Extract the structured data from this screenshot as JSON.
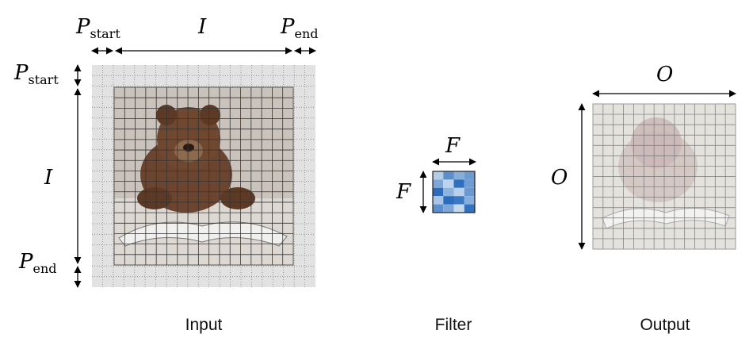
{
  "labels": {
    "input_size": "I",
    "output_size": "O",
    "filter_size": "F",
    "padding_symbol": "P",
    "padding_start_sub": "start",
    "padding_end_sub": "end"
  },
  "captions": {
    "input": "Input",
    "filter": "Filter",
    "output": "Output"
  },
  "filter_colors": [
    "#b3cde8",
    "#5b8fcc",
    "#86aedb",
    "#6d9bd1",
    "#7ea7d8",
    "#bcd3ec",
    "#2f6fbf",
    "#6f9cd2",
    "#2d6bbd",
    "#8eb3de",
    "#b8d0ea",
    "#6a98cf",
    "#a8c5e6",
    "#2c6cbd",
    "#3b78c3",
    "#86aedb",
    "#5d8fcc",
    "#7ea7d8",
    "#c4d8ee",
    "#3472c0"
  ]
}
